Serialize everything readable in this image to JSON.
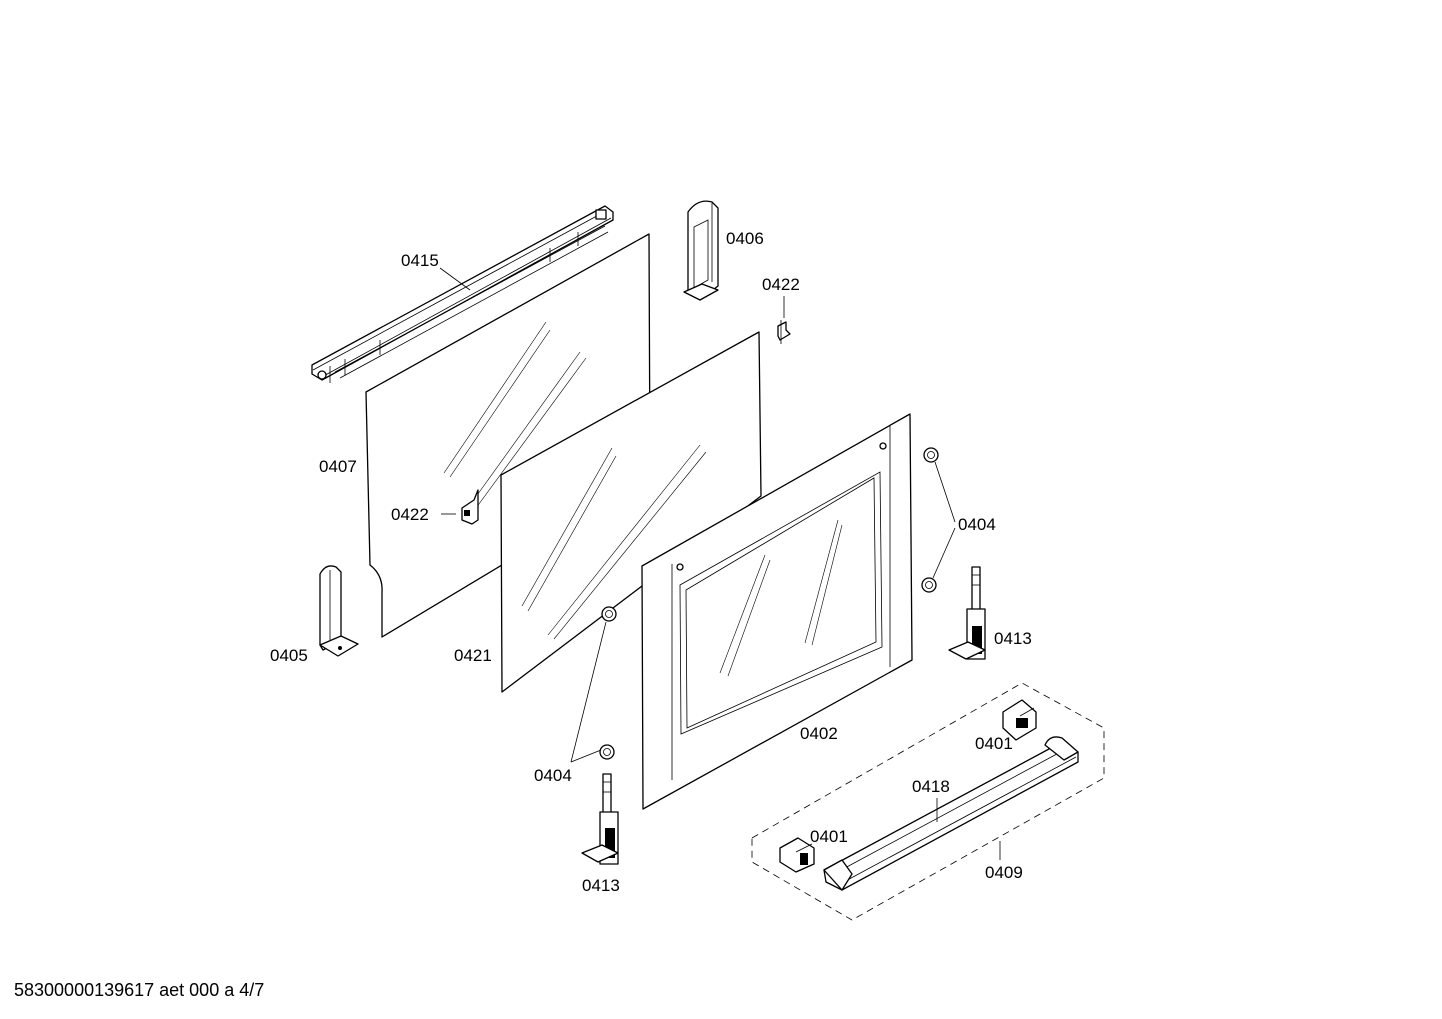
{
  "diagram": {
    "callouts": {
      "c0415": "0415",
      "c0406": "0406",
      "c0422a": "0422",
      "c0407": "0407",
      "c0422b": "0422",
      "c0404a": "0404",
      "c0405": "0405",
      "c0421": "0421",
      "c0413a": "0413",
      "c0402": "0402",
      "c0401a": "0401",
      "c0404b": "0404",
      "c0418": "0418",
      "c0401b": "0401",
      "c0409": "0409",
      "c0413b": "0413"
    }
  },
  "footer": {
    "text": "58300000139617 aet 000 a 4/7"
  }
}
